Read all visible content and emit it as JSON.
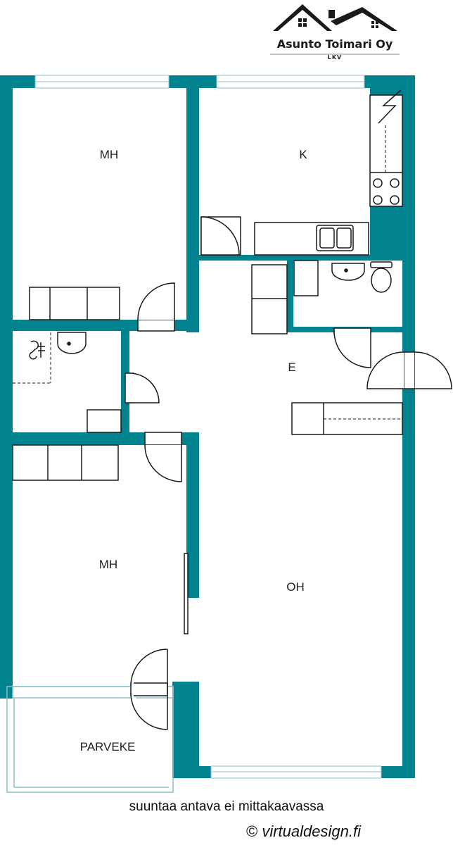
{
  "brand": {
    "name": "Asunto Toimari Oy",
    "sub": "LKV"
  },
  "rooms": {
    "mh_top": "MH",
    "kitchen": "K",
    "entry": "E",
    "mh_bottom": "MH",
    "living": "OH",
    "balcony": "PARVEKE"
  },
  "footer": {
    "note": "suuntaa antava ei mittakaavassa",
    "copyright_symbol": "©",
    "site": "virtualdesign.fi"
  },
  "colors": {
    "wall": "#00838f",
    "line": "#1a1a1a",
    "window": "#8fbfc7"
  }
}
